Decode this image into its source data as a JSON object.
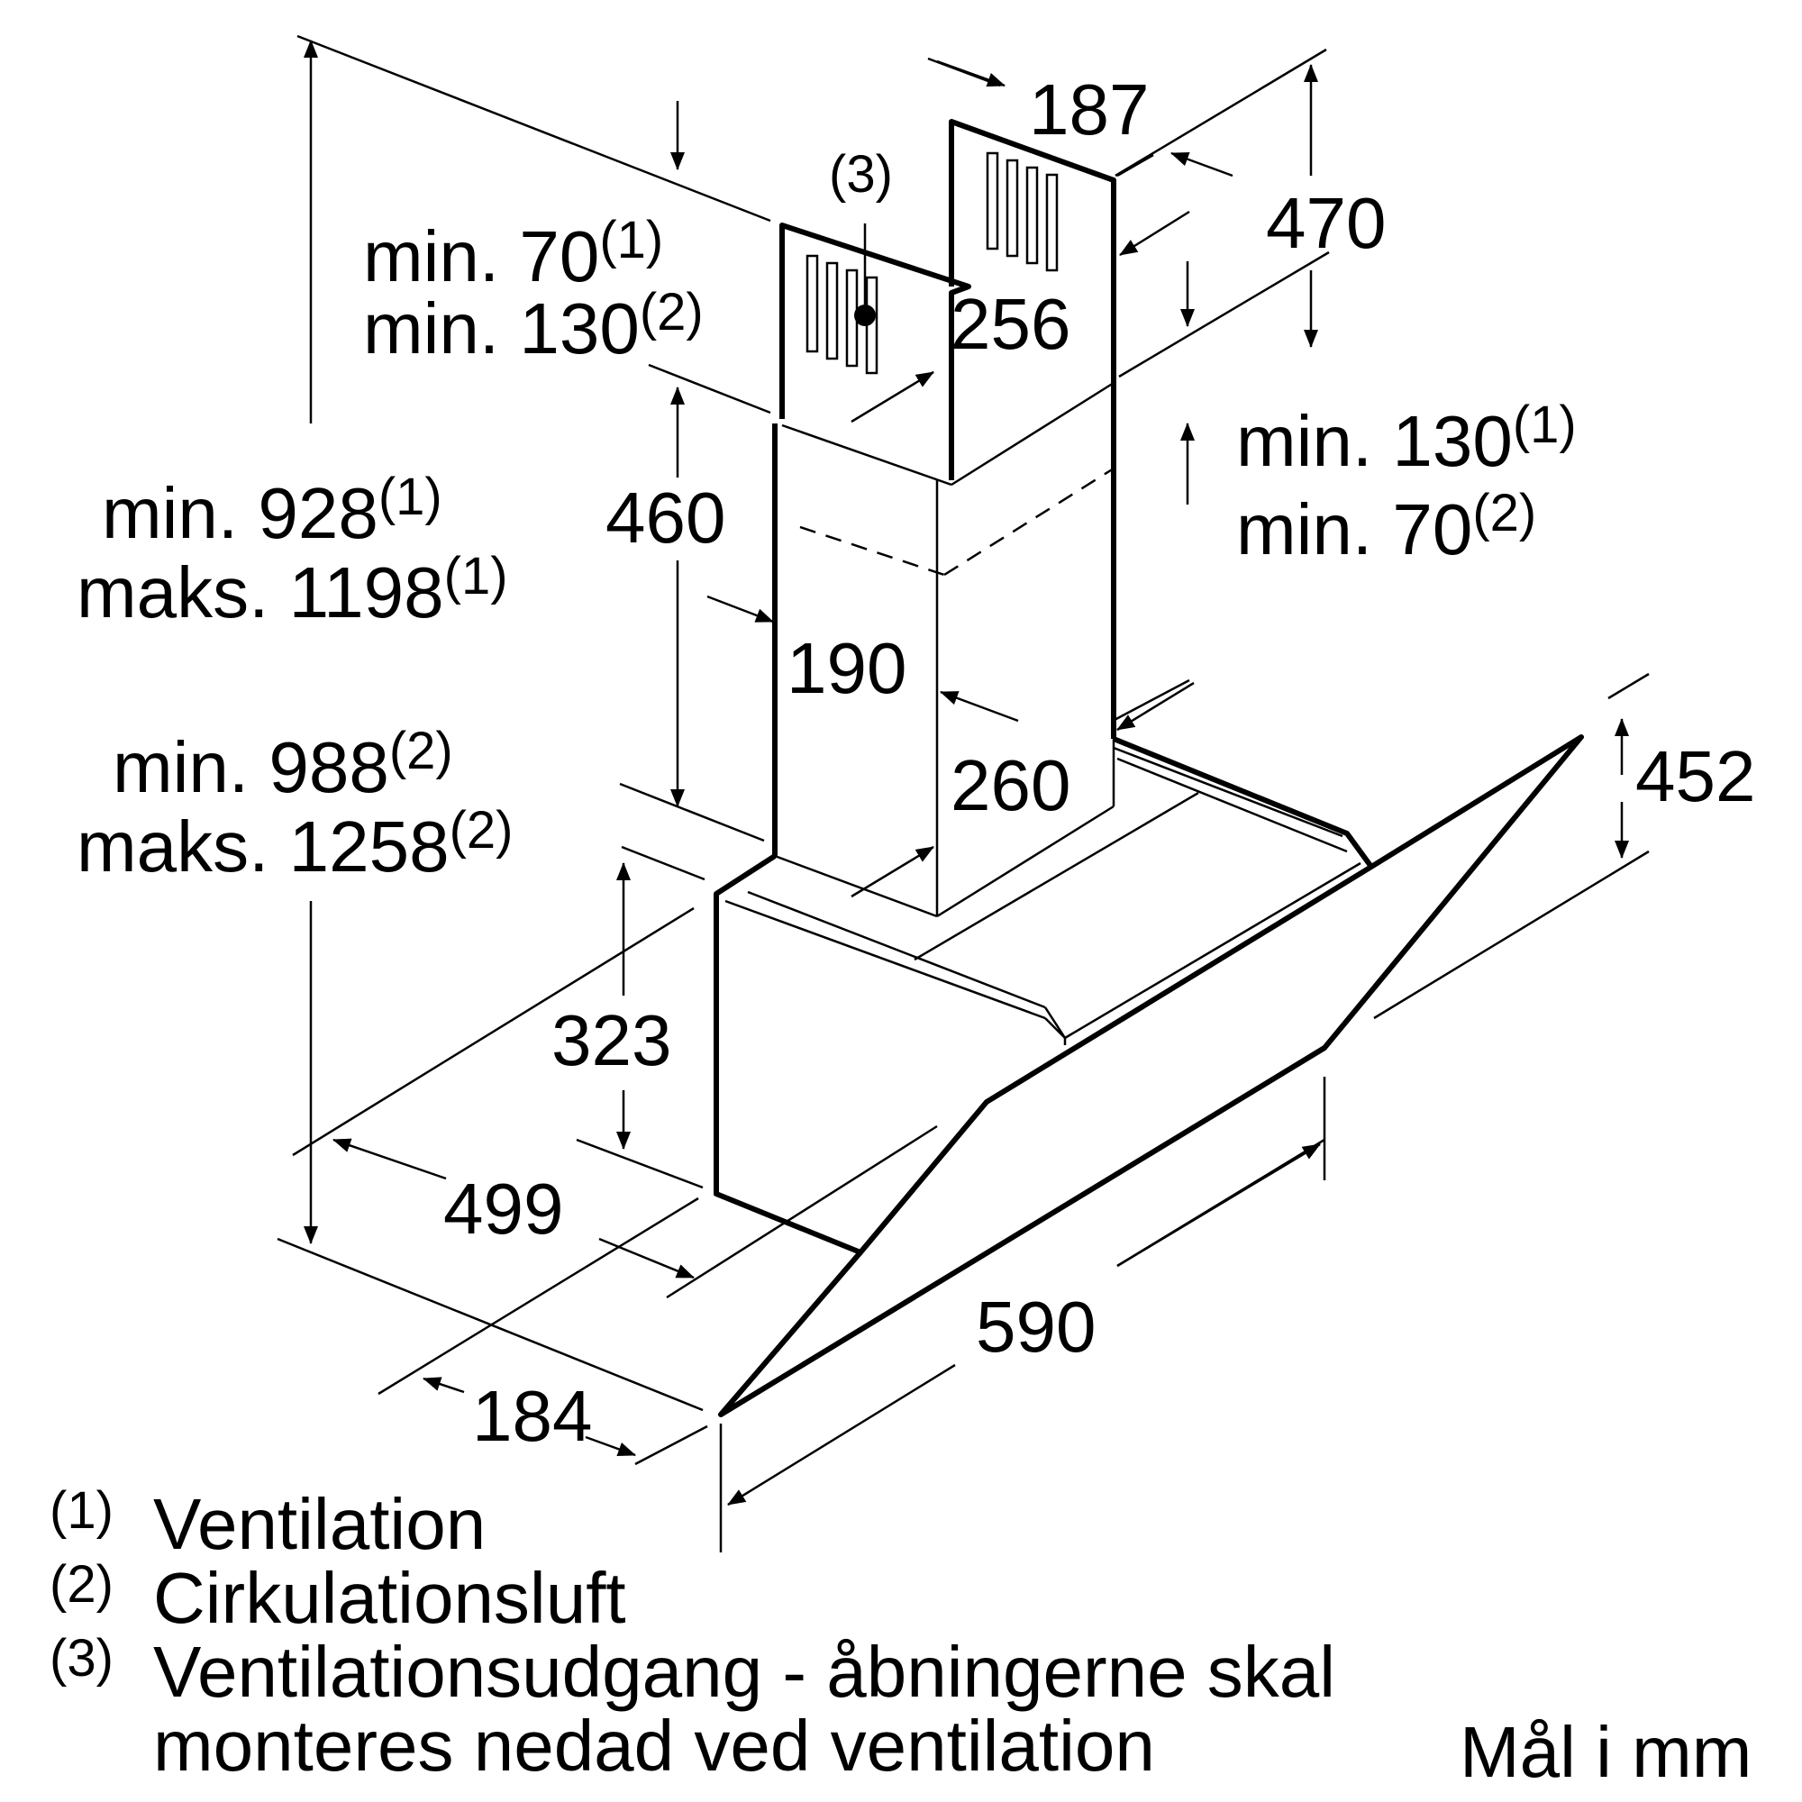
{
  "dimensions": {
    "top_width": "187",
    "top_height": "470",
    "upper_depth": "256",
    "upper_height": "460",
    "lower_width": "190",
    "lower_depth": "260",
    "hood_height": "452",
    "front_height": "323",
    "body_depth": "499",
    "front_depth": "184",
    "hood_width": "590"
  },
  "clearances": {
    "top_min_vent": "min. 70",
    "top_min_recirc": "min. 130",
    "bottom_min_vent": "min. 130",
    "bottom_min_recirc": "min. 70"
  },
  "overall_heights": {
    "vent_min": "min. 928",
    "vent_max": "maks. 1198",
    "recirc_min": "min. 988",
    "recirc_max": "maks. 1258"
  },
  "markers": {
    "m1": "(1)",
    "m2": "(2)",
    "m3": "(3)"
  },
  "legend": [
    {
      "marker": "(1)",
      "text": "Ventilation"
    },
    {
      "marker": "(2)",
      "text": "Cirkulationsluft"
    },
    {
      "marker": "(3)",
      "text": "Ventilationsudgang - åbningerne skal"
    },
    {
      "marker": "",
      "text": "monteres nedad ved ventilation"
    }
  ],
  "units_note": "Mål i mm"
}
